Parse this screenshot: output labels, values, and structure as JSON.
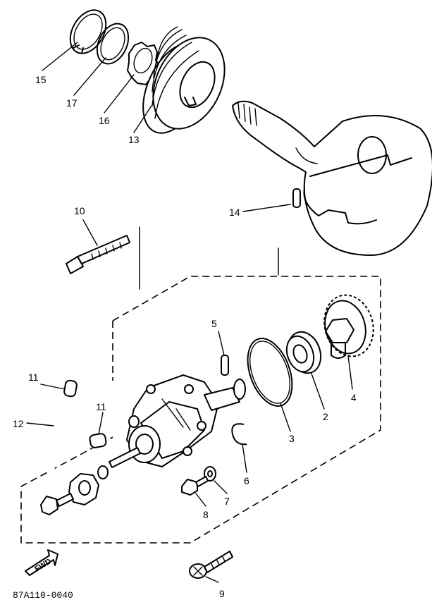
{
  "drawing_code": "87A110-0040",
  "direction_arrow": "FWD",
  "callouts": [
    {
      "id": "c15",
      "text": "15"
    },
    {
      "id": "c17",
      "text": "17"
    },
    {
      "id": "c16",
      "text": "16"
    },
    {
      "id": "c13",
      "text": "13"
    },
    {
      "id": "c14",
      "text": "14"
    },
    {
      "id": "c10",
      "text": "10"
    },
    {
      "id": "c5",
      "text": "5"
    },
    {
      "id": "c11a",
      "text": "11"
    },
    {
      "id": "c11b",
      "text": "11"
    },
    {
      "id": "c12",
      "text": "12"
    },
    {
      "id": "c4",
      "text": "4"
    },
    {
      "id": "c2",
      "text": "2"
    },
    {
      "id": "c3",
      "text": "3"
    },
    {
      "id": "c6",
      "text": "6"
    },
    {
      "id": "c7",
      "text": "7"
    },
    {
      "id": "c8",
      "text": "8"
    },
    {
      "id": "c9",
      "text": "9"
    }
  ]
}
